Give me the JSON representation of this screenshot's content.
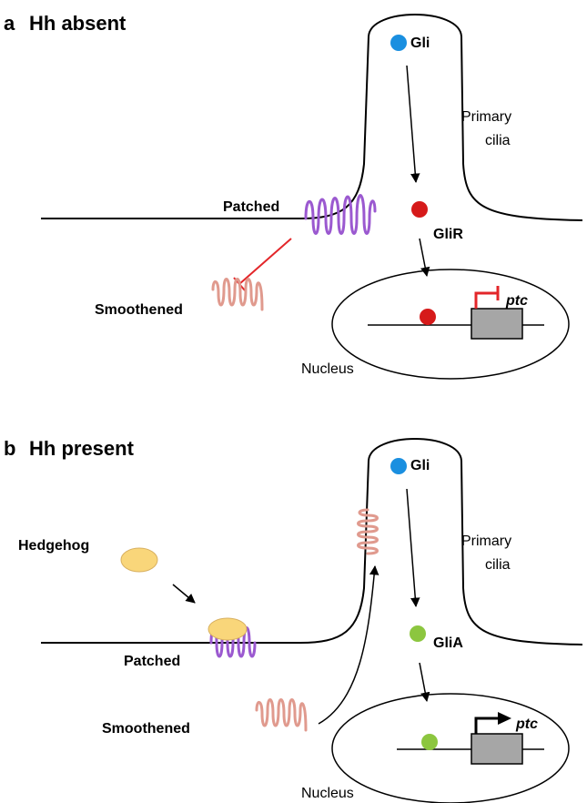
{
  "panel_a": {
    "letter": "a",
    "title": "Hh absent",
    "gli": "Gli",
    "primary_cilia_line1": "Primary",
    "primary_cilia_line2": "cilia",
    "patched": "Patched",
    "glir": "GliR",
    "smoothened": "Smoothened",
    "ptc": "ptc",
    "nucleus": "Nucleus"
  },
  "panel_b": {
    "letter": "b",
    "title": "Hh present",
    "gli": "Gli",
    "primary_cilia_line1": "Primary",
    "primary_cilia_line2": "cilia",
    "hedgehog": "Hedgehog",
    "patched": "Patched",
    "glia": "GliA",
    "smoothened": "Smoothened",
    "ptc": "ptc",
    "nucleus": "Nucleus"
  },
  "colors": {
    "gli": "#1a8fe0",
    "glir": "#d61a1a",
    "glia": "#8cc63f",
    "patched": "#9b59d0",
    "smoothened": "#e09a8e",
    "hedgehog": "#f9d67a",
    "inhibition": "#e3262a",
    "gene_box": "#a6a6a6"
  }
}
